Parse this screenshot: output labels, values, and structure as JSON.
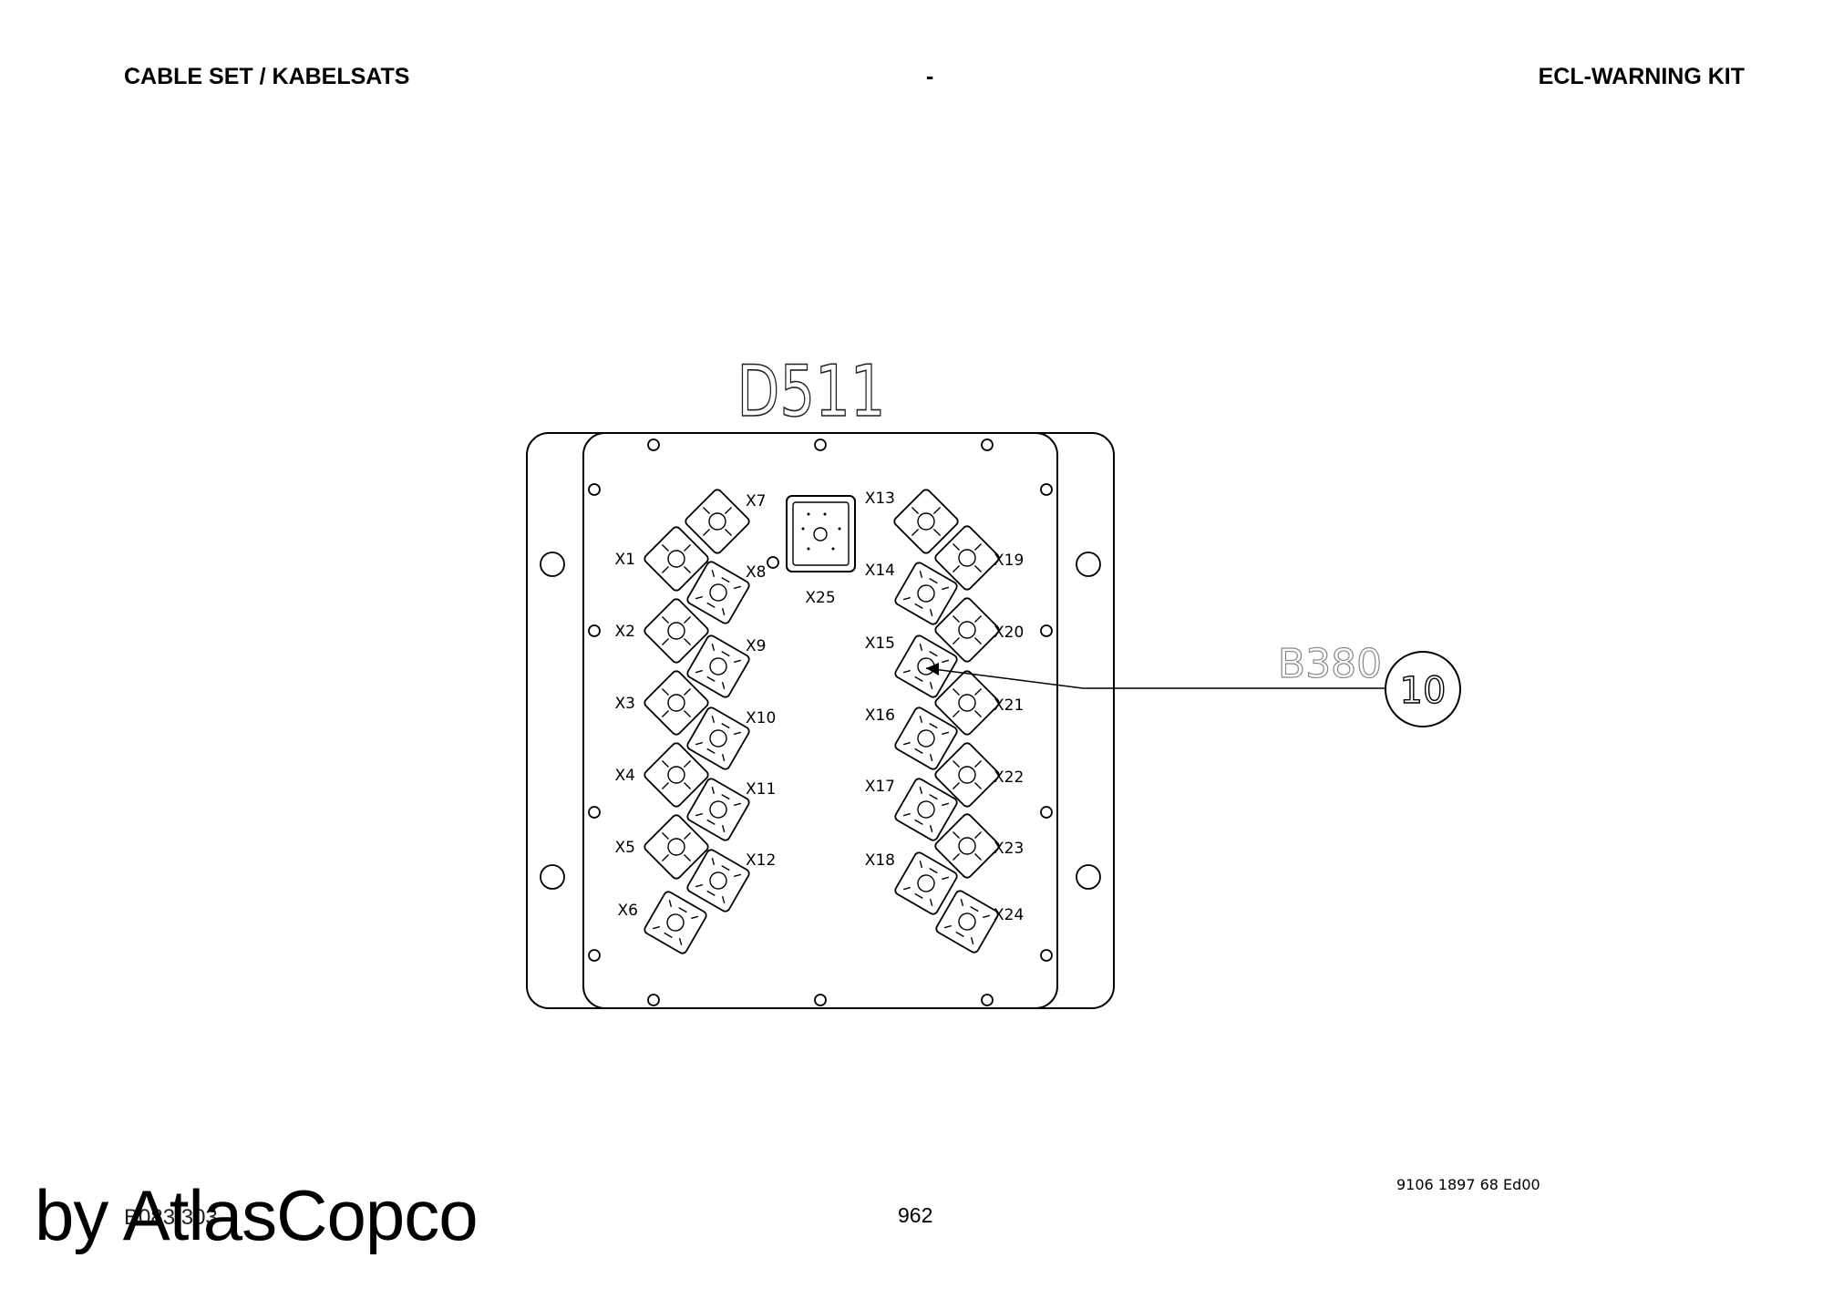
{
  "header": {
    "left": "CABLE SET / KABELSATS",
    "center": "-",
    "right": "ECL-WARNING KIT"
  },
  "diagram": {
    "title": "D511",
    "center_connector": "X25",
    "left_column_outer": [
      "X1",
      "X2",
      "X3",
      "X4",
      "X5"
    ],
    "left_column_inner": [
      "X7",
      "X8",
      "X9",
      "X10",
      "X11",
      "X12"
    ],
    "left_bottom": "X6",
    "right_column_inner": [
      "X13",
      "X14",
      "X15",
      "X16",
      "X17",
      "X18"
    ],
    "right_column_outer": [
      "X19",
      "X20",
      "X21",
      "X22",
      "X23",
      "X24"
    ],
    "callout_label": "B380",
    "callout_number": "10"
  },
  "footer": {
    "doc_number": "9106 1897 68 Ed00",
    "page_number": "962",
    "ref_code": "B083 303",
    "watermark": "by AtlasCopco"
  }
}
